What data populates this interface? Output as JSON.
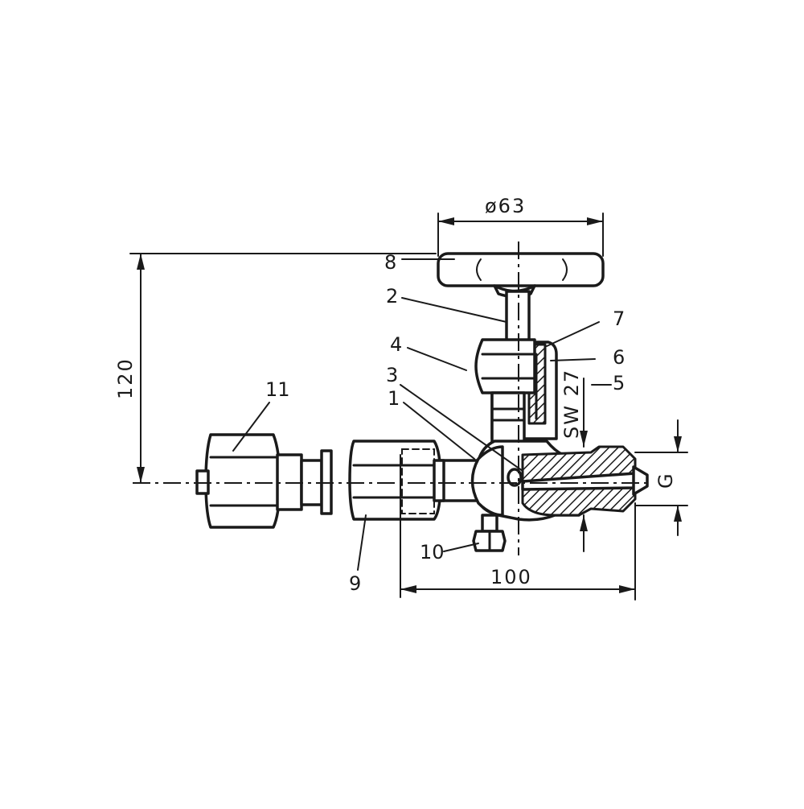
{
  "drawing": {
    "dimensions": {
      "handwheel_diameter": "ø63",
      "height": "120",
      "length": "100",
      "wrench_size": "SW 27",
      "thread": "G"
    },
    "part_labels": [
      "1",
      "2",
      "3",
      "4",
      "5",
      "6",
      "7",
      "8",
      "9",
      "10",
      "11"
    ]
  }
}
